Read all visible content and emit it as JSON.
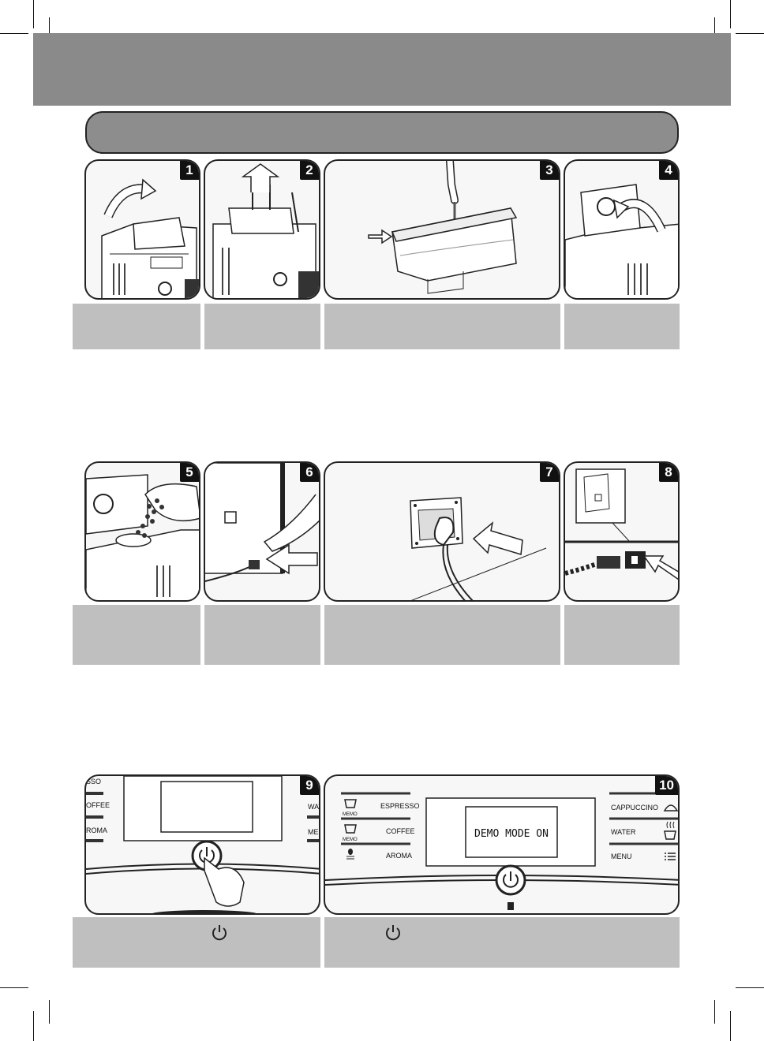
{
  "steps": [
    {
      "number": "1"
    },
    {
      "number": "2"
    },
    {
      "number": "3"
    },
    {
      "number": "4"
    },
    {
      "number": "5"
    },
    {
      "number": "6"
    },
    {
      "number": "7"
    },
    {
      "number": "8"
    },
    {
      "number": "9"
    },
    {
      "number": "10"
    }
  ],
  "panel9": {
    "left_labels": [
      "SSO",
      "OFFEE",
      "ROMA"
    ],
    "right_labels": [
      "WAT",
      "MEN"
    ]
  },
  "panel10": {
    "left_buttons": [
      {
        "label": "ESPRESSO",
        "sub": "MEMO",
        "icon": "cup-icon"
      },
      {
        "label": "COFFEE",
        "sub": "MEMO",
        "icon": "mug-icon"
      },
      {
        "label": "AROMA",
        "sub": "",
        "icon": "bean-icon"
      }
    ],
    "right_buttons": [
      {
        "label": "CAPPUCCINO",
        "icon": "milk-icon"
      },
      {
        "label": "WATER",
        "icon": "hot-water-icon"
      },
      {
        "label": "MENU",
        "icon": "menu-list-icon"
      }
    ],
    "display_text": "DEMO MODE ON"
  },
  "icons": {
    "power": "power-icon"
  },
  "colors": {
    "header": "#8a8a8a",
    "caption": "#bfbfbf",
    "panel_border": "#222222"
  }
}
